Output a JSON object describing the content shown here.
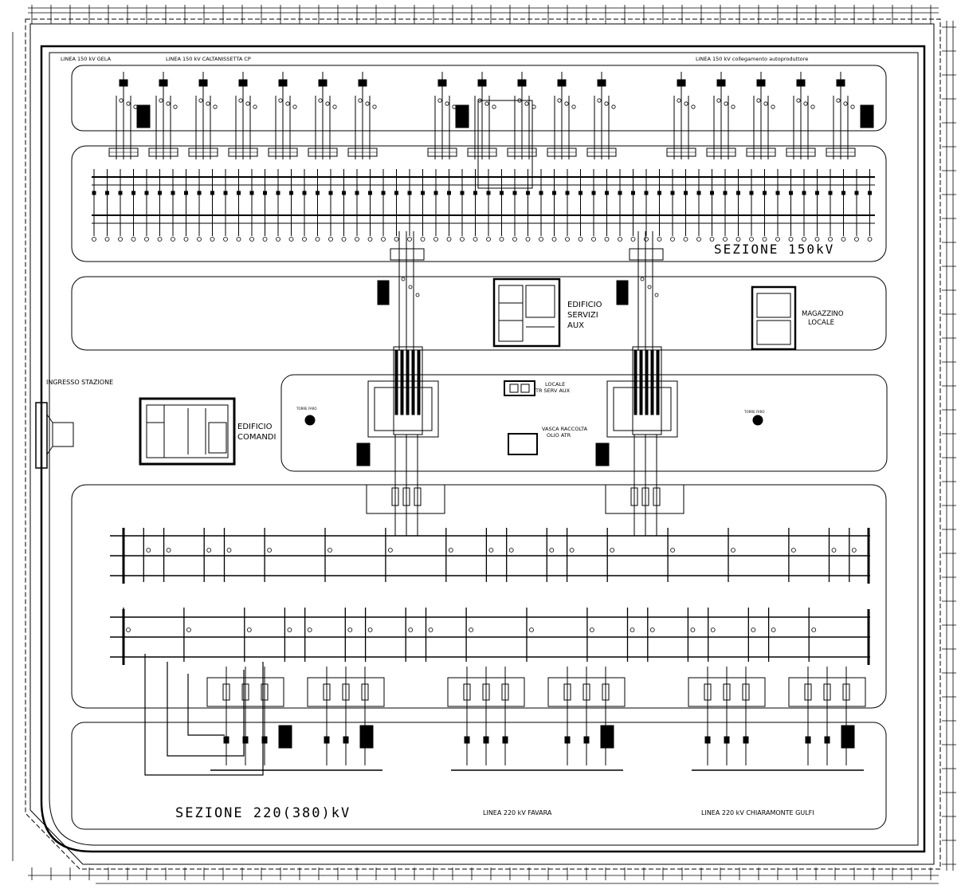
{
  "labels": {
    "line_gela": "LINEA 150 kV GELA",
    "line_caltanissetta": "LINEA 150 kV CALTANISSETTA CP",
    "line_collegamento": "LINEA 150 kV collegamento autoproduttore",
    "section_150": "SEZIONE 150kV",
    "edificio_servizi_1": "EDIFICIO",
    "edificio_servizi_2": "SERVIZI",
    "edificio_servizi_3": "AUX",
    "magazzino_1": "MAGAZZINO",
    "magazzino_2": "LOCALE",
    "ingresso": "INGRESSO STAZIONE",
    "edificio_comandi_1": "EDIFICIO",
    "edificio_comandi_2": "COMANDI",
    "locale_tr_1": "LOCALE",
    "locale_tr_2": "TR SERV AUX",
    "vasca_1": "VASCA RACCOLTA",
    "vasca_2": "OLIO ATR",
    "torre_faro_left": "TORRE FARO",
    "torre_faro_right": "TORRE FARO",
    "section_220": "SEZIONE 220(380)kV",
    "line_favara": "LINEA 220 kV FAVARA",
    "line_chiaramonte": "LINEA 220 kV CHIARAMONTE GULFI"
  },
  "colors": {
    "ink": "#000000",
    "paper": "#ffffff"
  }
}
